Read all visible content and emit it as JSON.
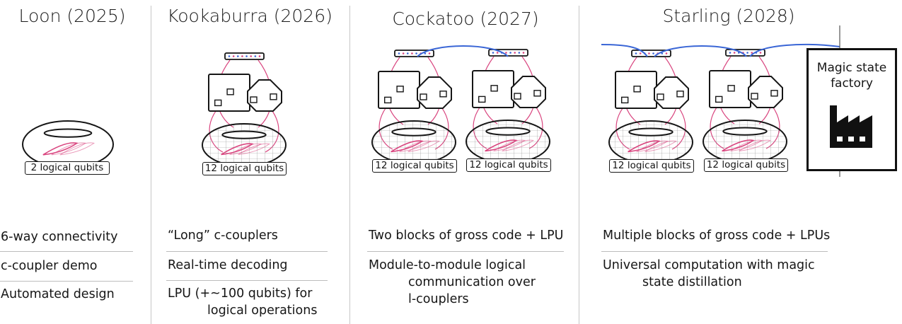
{
  "columns": [
    {
      "title": "Loon (2025)",
      "qubit_labels": [
        "2 logical qubits"
      ],
      "bullets": [
        {
          "text": "6-way connectivity"
        },
        {
          "text": "c-coupler demo"
        },
        {
          "text": "Automated design"
        }
      ]
    },
    {
      "title": "Kookaburra (2026)",
      "qubit_labels": [
        "12 logical qubits"
      ],
      "bullets": [
        {
          "text": "“Long” c-couplers"
        },
        {
          "text": "Real-time decoding"
        },
        {
          "text": "LPU (+~100 qubits) for",
          "cont": [
            "logical operations"
          ]
        }
      ]
    },
    {
      "title": "Cockatoo (2027)",
      "qubit_labels": [
        "12 logical qubits",
        "12 logical qubits"
      ],
      "bullets": [
        {
          "text": "Two blocks of gross code + LPU"
        },
        {
          "text": "Module-to-module logical",
          "cont": [
            "communication over",
            "l-couplers"
          ]
        }
      ]
    },
    {
      "title": "Starling (2028)",
      "qubit_labels": [
        "12 logical qubits",
        "12 logical qubits"
      ],
      "bullets": [
        {
          "text": "Multiple blocks of gross code + LPUs"
        },
        {
          "text": "Universal computation with magic",
          "cont": [
            "state distillation"
          ]
        }
      ]
    }
  ],
  "magic_state": {
    "label_line1": "Magic state",
    "label_line2": "factory",
    "icon": "factory-icon"
  },
  "colors": {
    "coupler_pink": "#d9457f",
    "link_blue": "#3a66d6",
    "line": "#161616",
    "divider": "#c6c6c6"
  }
}
